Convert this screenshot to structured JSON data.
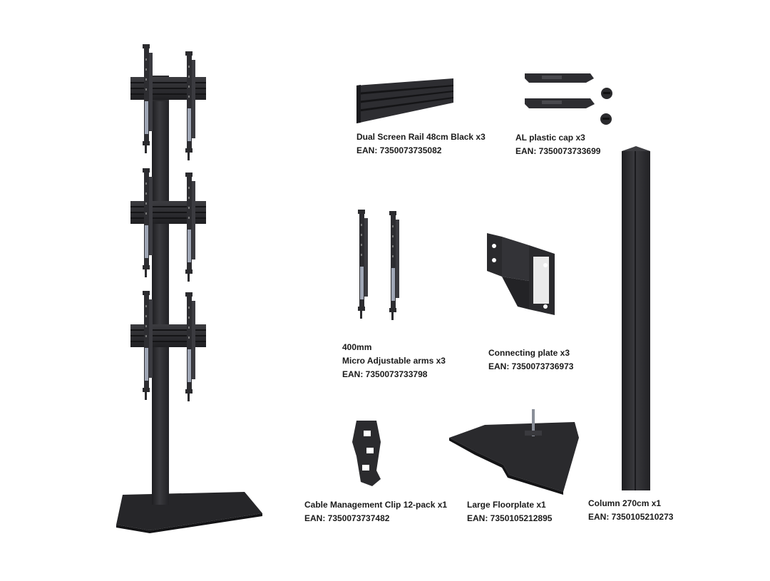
{
  "colors": {
    "metal": "#2b2b2e",
    "metal_light": "#3d3d41",
    "metal_dark": "#1c1c1f",
    "accent_silver": "#9fa6b5",
    "text": "#1a1a1a",
    "background": "#ffffff"
  },
  "parts": [
    {
      "id": "rail",
      "name": "Dual Screen Rail 48cm Black x3",
      "ean": "EAN: 7350073735082"
    },
    {
      "id": "cap",
      "name": "AL plastic cap x3",
      "ean": "EAN: 7350073733699"
    },
    {
      "id": "arms",
      "size": "400mm",
      "name": "Micro Adjustable arms x3",
      "ean": "EAN: 7350073733798"
    },
    {
      "id": "plate",
      "name": "Connecting plate x3",
      "ean": "EAN: 7350073736973"
    },
    {
      "id": "clip",
      "name": "Cable Management Clip 12-pack x1",
      "ean": "EAN: 7350073737482"
    },
    {
      "id": "floorplate",
      "name": "Large Floorplate x1",
      "ean": "EAN: 7350105212895"
    },
    {
      "id": "column",
      "name": "Column 270cm x1",
      "ean": "EAN: 7350105210273"
    }
  ]
}
